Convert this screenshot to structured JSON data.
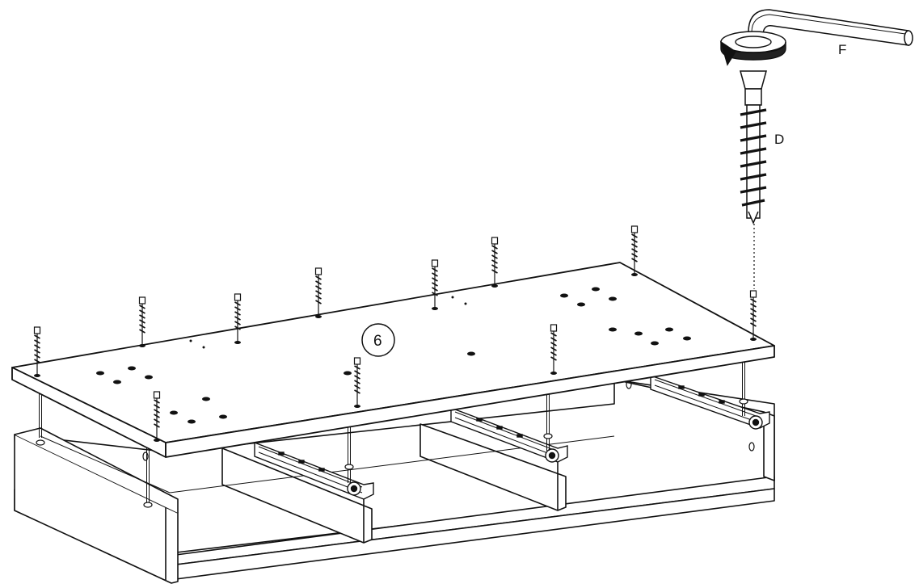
{
  "diagram": {
    "step_number": "6",
    "part_labels": {
      "allen_key": "F",
      "screw": "D"
    },
    "colors": {
      "line": "#111111",
      "surface": "#ffffff",
      "shade": "#e6e6e6"
    }
  }
}
